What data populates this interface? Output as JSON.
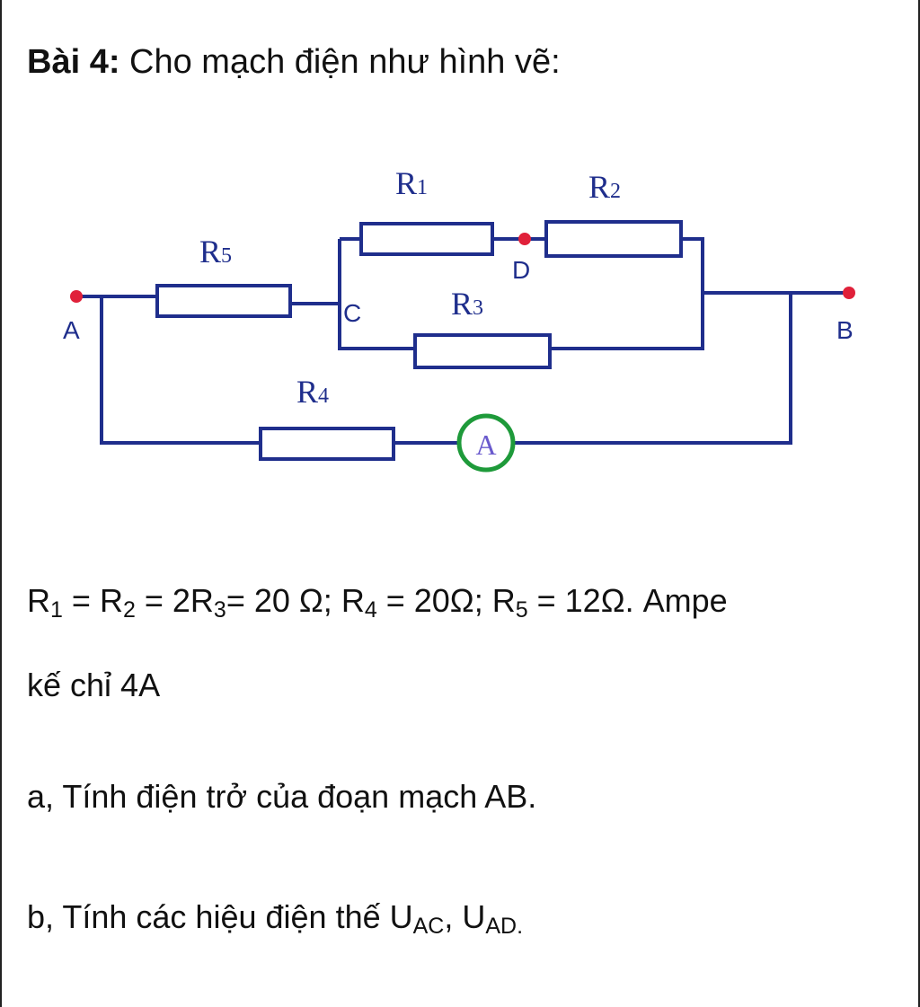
{
  "problem": {
    "label": "Bài 4:",
    "title_text": " Cho mạch điện như hình vẽ:"
  },
  "circuit": {
    "resistors": {
      "r1": {
        "letter": "R",
        "index": "1"
      },
      "r2": {
        "letter": "R",
        "index": "2"
      },
      "r3": {
        "letter": "R",
        "index": "3"
      },
      "r4": {
        "letter": "R",
        "index": "4"
      },
      "r5": {
        "letter": "R",
        "index": "5"
      }
    },
    "nodes": {
      "a": "A",
      "b": "B",
      "c": "C",
      "d": "D"
    },
    "ammeter": "A",
    "colors": {
      "wire": "#1f2e8c",
      "node": "#e0213a",
      "ammeter_ring": "#1e9a3a",
      "ammeter_text": "#6a5acd"
    }
  },
  "givens": {
    "r1_sym": "R",
    "r1_idx": "1",
    "eq1": " = ",
    "r2_sym": "R",
    "r2_idx": "2",
    "eq2": " = 2",
    "r3_sym": "R",
    "r3_idx": "3",
    "eq3": "= 20 Ω; ",
    "r4_sym": "R",
    "r4_idx": "4",
    "eq4": " = 20Ω; ",
    "r5_sym": "R",
    "r5_idx": "5",
    "eq5": " = 12Ω. Ampe",
    "continuation": "kế chỉ 4A"
  },
  "questions": {
    "a": "a, Tính điện trở của đoạn mạch AB.",
    "b_prefix": "b, Tính các hiệu điện thế ",
    "u1": "U",
    "u1_sub": "AC",
    "sep": ", ",
    "u2": "U",
    "u2_sub": "AD."
  }
}
